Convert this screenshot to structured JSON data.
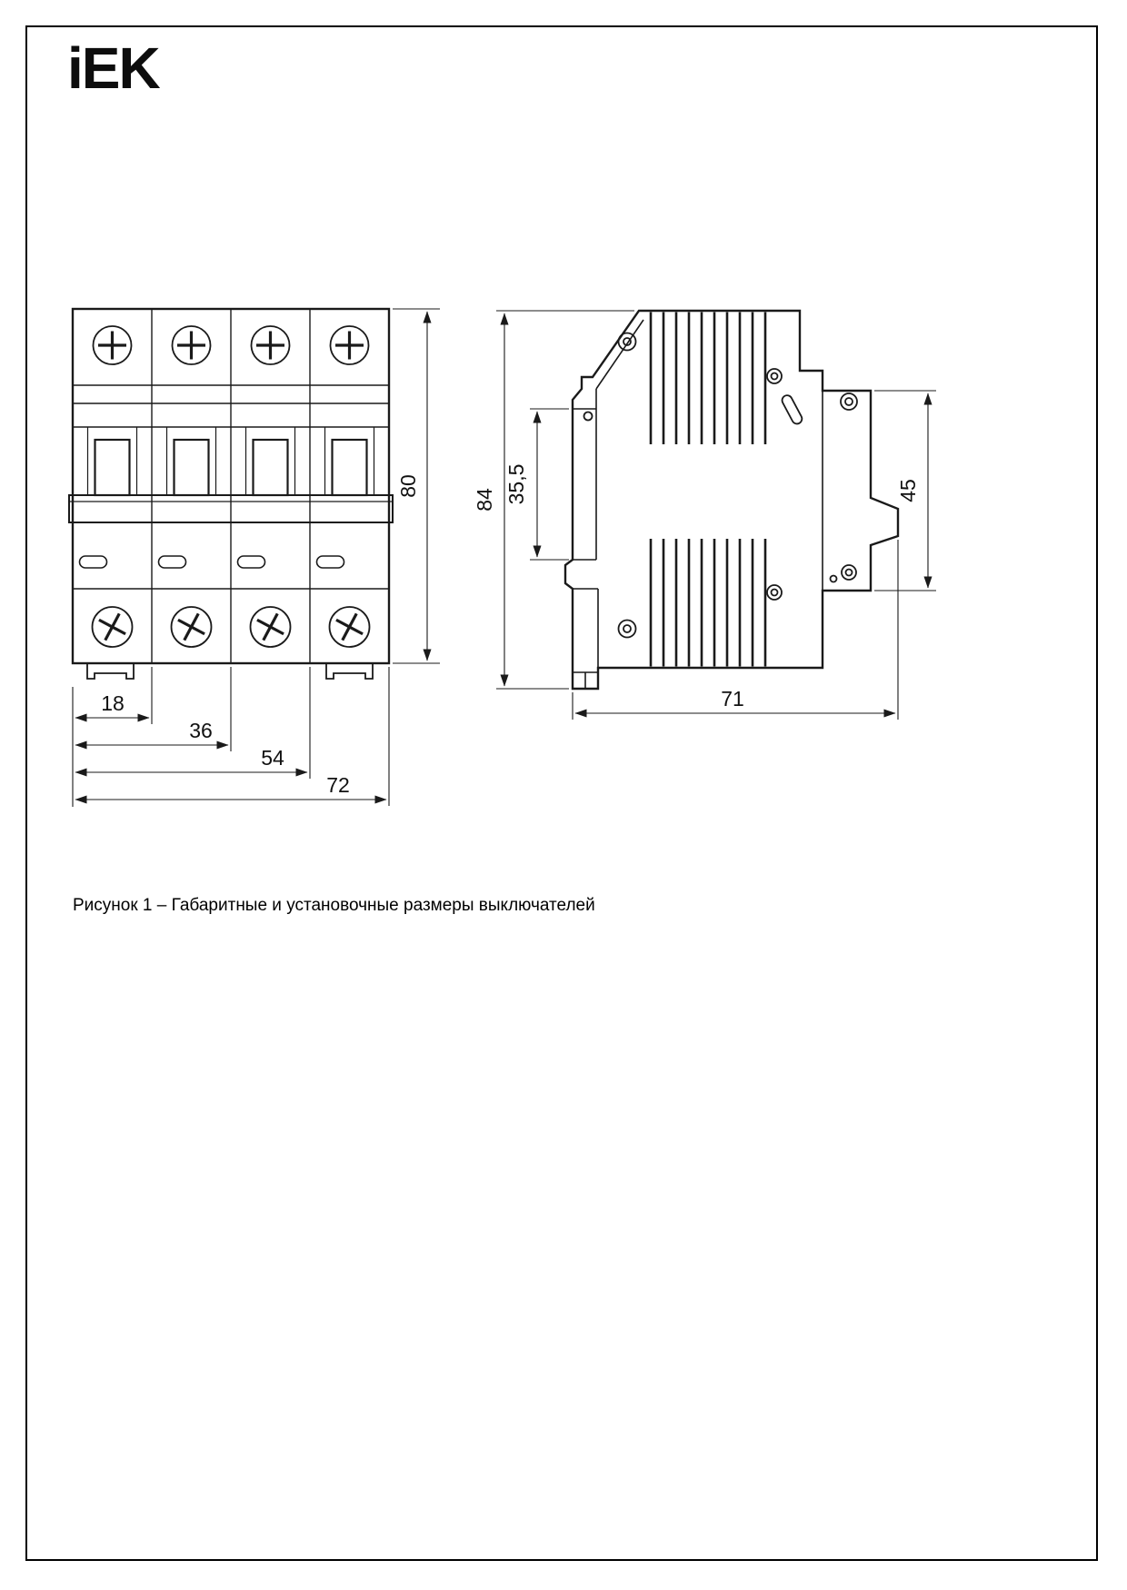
{
  "logo": {
    "text": "iEK"
  },
  "caption": "Рисунок 1 – Габаритные и установочные размеры выключателей",
  "dims": {
    "front_height": "80",
    "side_height": "84",
    "rail_offset": "35,5",
    "side_right_height": "45",
    "width_1pole": "18",
    "width_2pole": "36",
    "width_3pole": "54",
    "width_4pole": "72",
    "side_depth": "71"
  }
}
